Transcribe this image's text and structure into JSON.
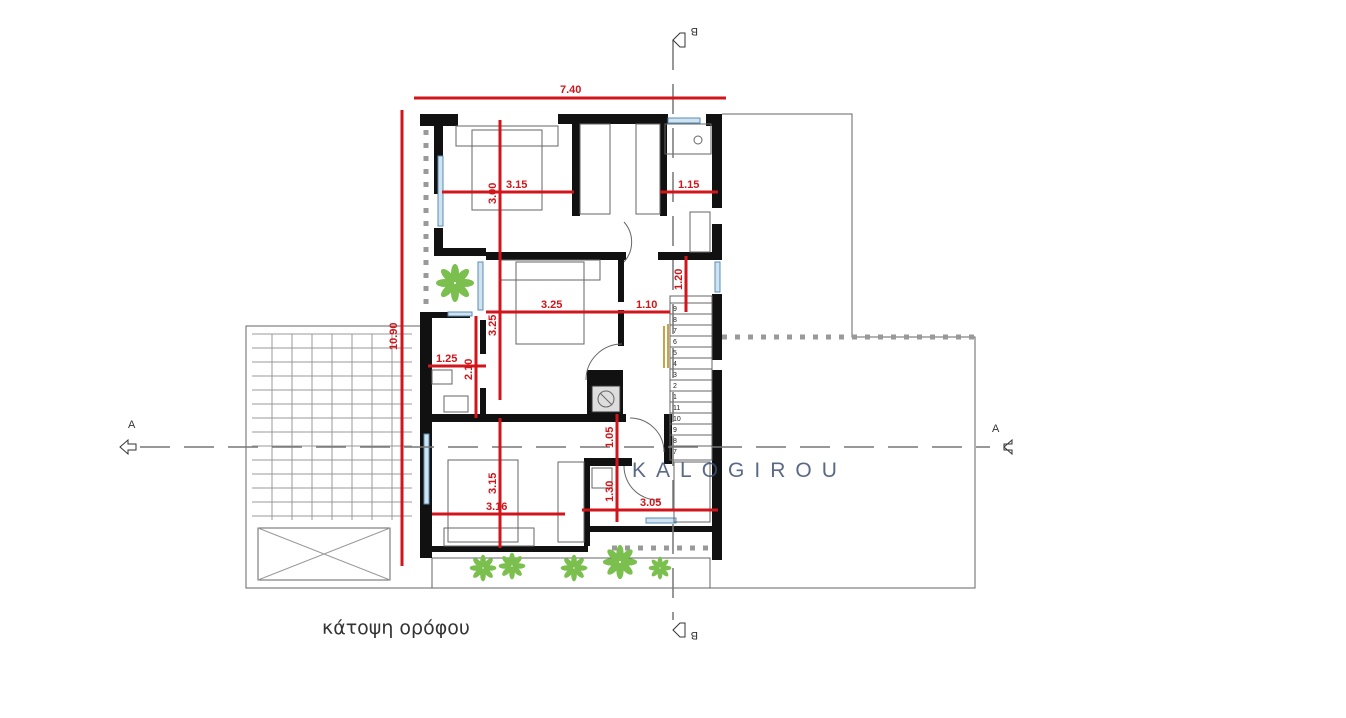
{
  "caption": "κάτοψη ορόφου",
  "watermark": "KALOGIROU",
  "section_markers": {
    "a_left": "A",
    "a_right": "A",
    "b_top": "B",
    "b_bottom": "B"
  },
  "dimensions": {
    "overall_width": "7.40",
    "overall_height": "10.90",
    "bed1_width": "3.15",
    "bed1_depth": "3.00",
    "ensuite_width": "1.15",
    "hall_top": "1.20",
    "bed2_width": "3.25",
    "bed2_depth": "3.25",
    "landing": "1.10",
    "bath_width": "1.25",
    "bath_depth": "2.10",
    "corridor": "1.05",
    "bed3_depth": "3.15",
    "bed3_width": "3.16",
    "wc_depth": "1.30",
    "wc_width": "3.05"
  },
  "stair_numbers": [
    "9",
    "8",
    "7",
    "6",
    "5",
    "4",
    "3",
    "2",
    "1",
    "11",
    "10",
    "9",
    "8",
    "7"
  ],
  "colors": {
    "dimension": "#d0161b",
    "wall": "#111111",
    "window": "#cfe3f1",
    "plant": "#7bbf4e",
    "watermark": "#3d4f72"
  }
}
